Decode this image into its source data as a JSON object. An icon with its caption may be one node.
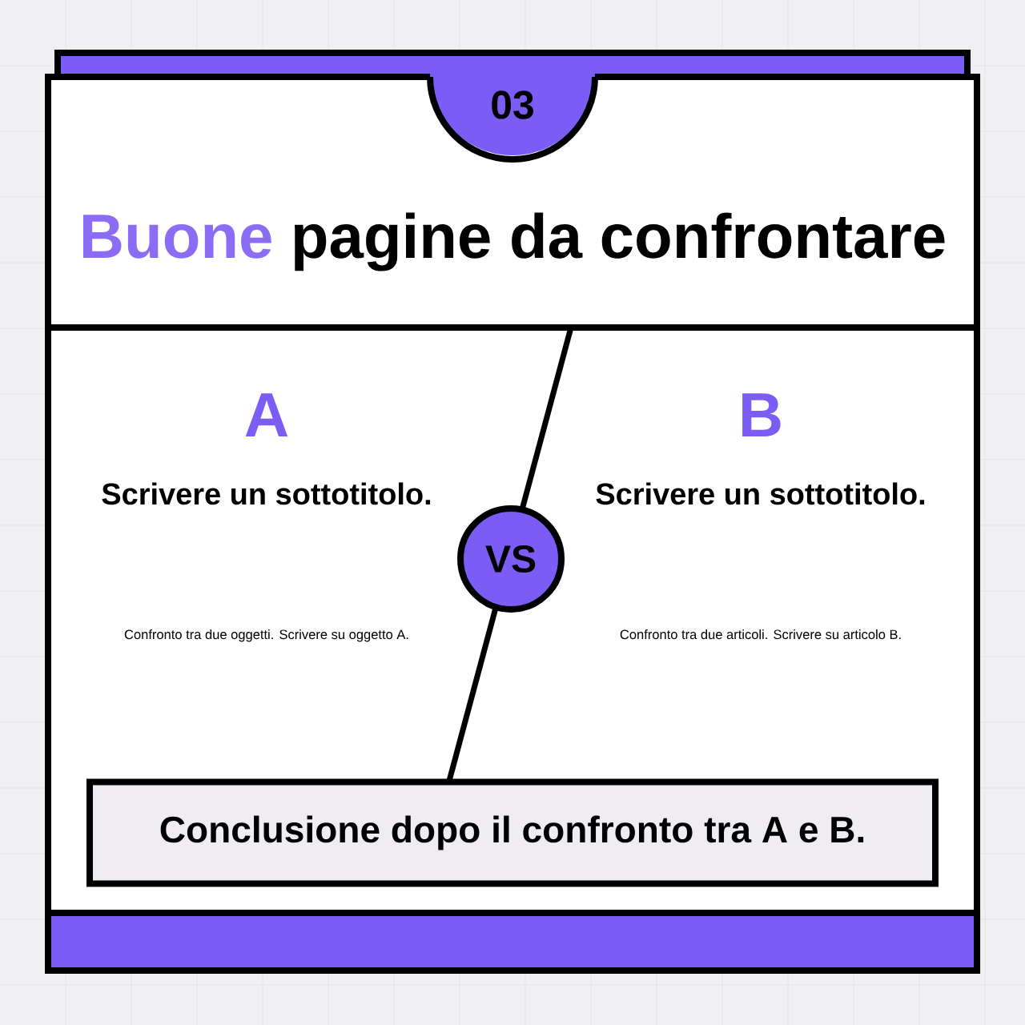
{
  "diagram": {
    "nodes": [
      {
        "text": [
          "03"
        ]
      },
      {
        "text": [
          "VS"
        ]
      },
      {
        "text": [
          "Conclusione dopo il confronto tra A e B."
        ]
      }
    ],
    "labels": [
      "Buone",
      "pagine  da confrontare",
      "A",
      "Scrivere un sottotitolo.",
      "Confronto tra due oggetti. Scrivere su oggetto A.",
      "B",
      "Scrivere un sottotitolo.",
      "Confronto tra due articoli. Scrivere su articolo B."
    ]
  }
}
